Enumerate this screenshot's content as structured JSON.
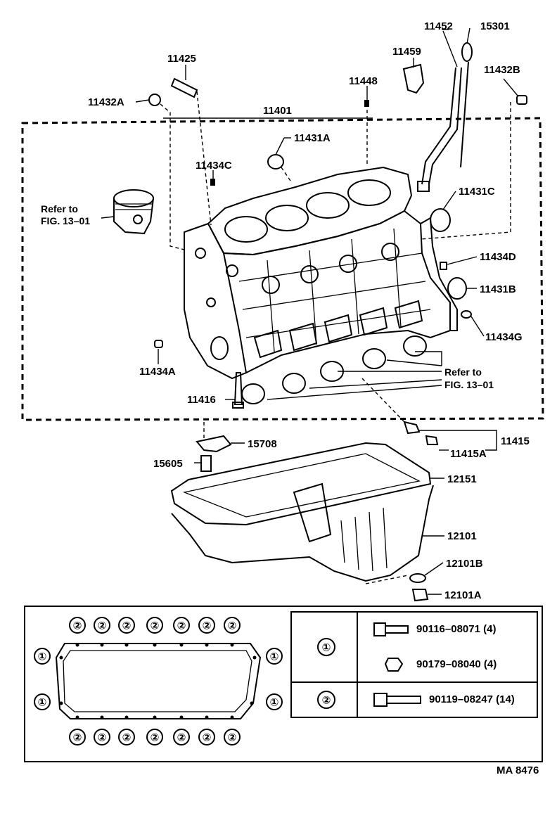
{
  "labels": {
    "p11452": "11452",
    "p15301": "15301",
    "p11459": "11459",
    "p11425": "11425",
    "p11432B": "11432B",
    "p11448": "11448",
    "p11432A": "11432A",
    "p11401": "11401",
    "p11431A": "11431A",
    "p11434C": "11434C",
    "p11431C": "11431C",
    "refer_to_1": "Refer to",
    "fig_ref_1": "FIG. 13–01",
    "p11434D": "11434D",
    "p11431B": "11431B",
    "p11434G": "11434G",
    "p11434A": "11434A",
    "refer_to_2": "Refer to",
    "fig_ref_2": "FIG. 13–01",
    "p11416": "11416",
    "p15708": "15708",
    "p11415": "11415",
    "p11415A": "11415A",
    "p15605": "15605",
    "p12151": "12151",
    "p12101": "12101",
    "p12101B": "12101B",
    "p12101A": "12101A",
    "drawing_code": "MA  8476"
  },
  "bolt_table": {
    "group_1_symbol": "①",
    "group_2_symbol": "②",
    "rows": [
      {
        "part": "90116–08071 (4)"
      },
      {
        "part": "90179–08040 (4)"
      },
      {
        "part": "90119–08247 (14)"
      }
    ]
  },
  "pattern": {
    "marker_1": "①",
    "marker_2": "②"
  }
}
